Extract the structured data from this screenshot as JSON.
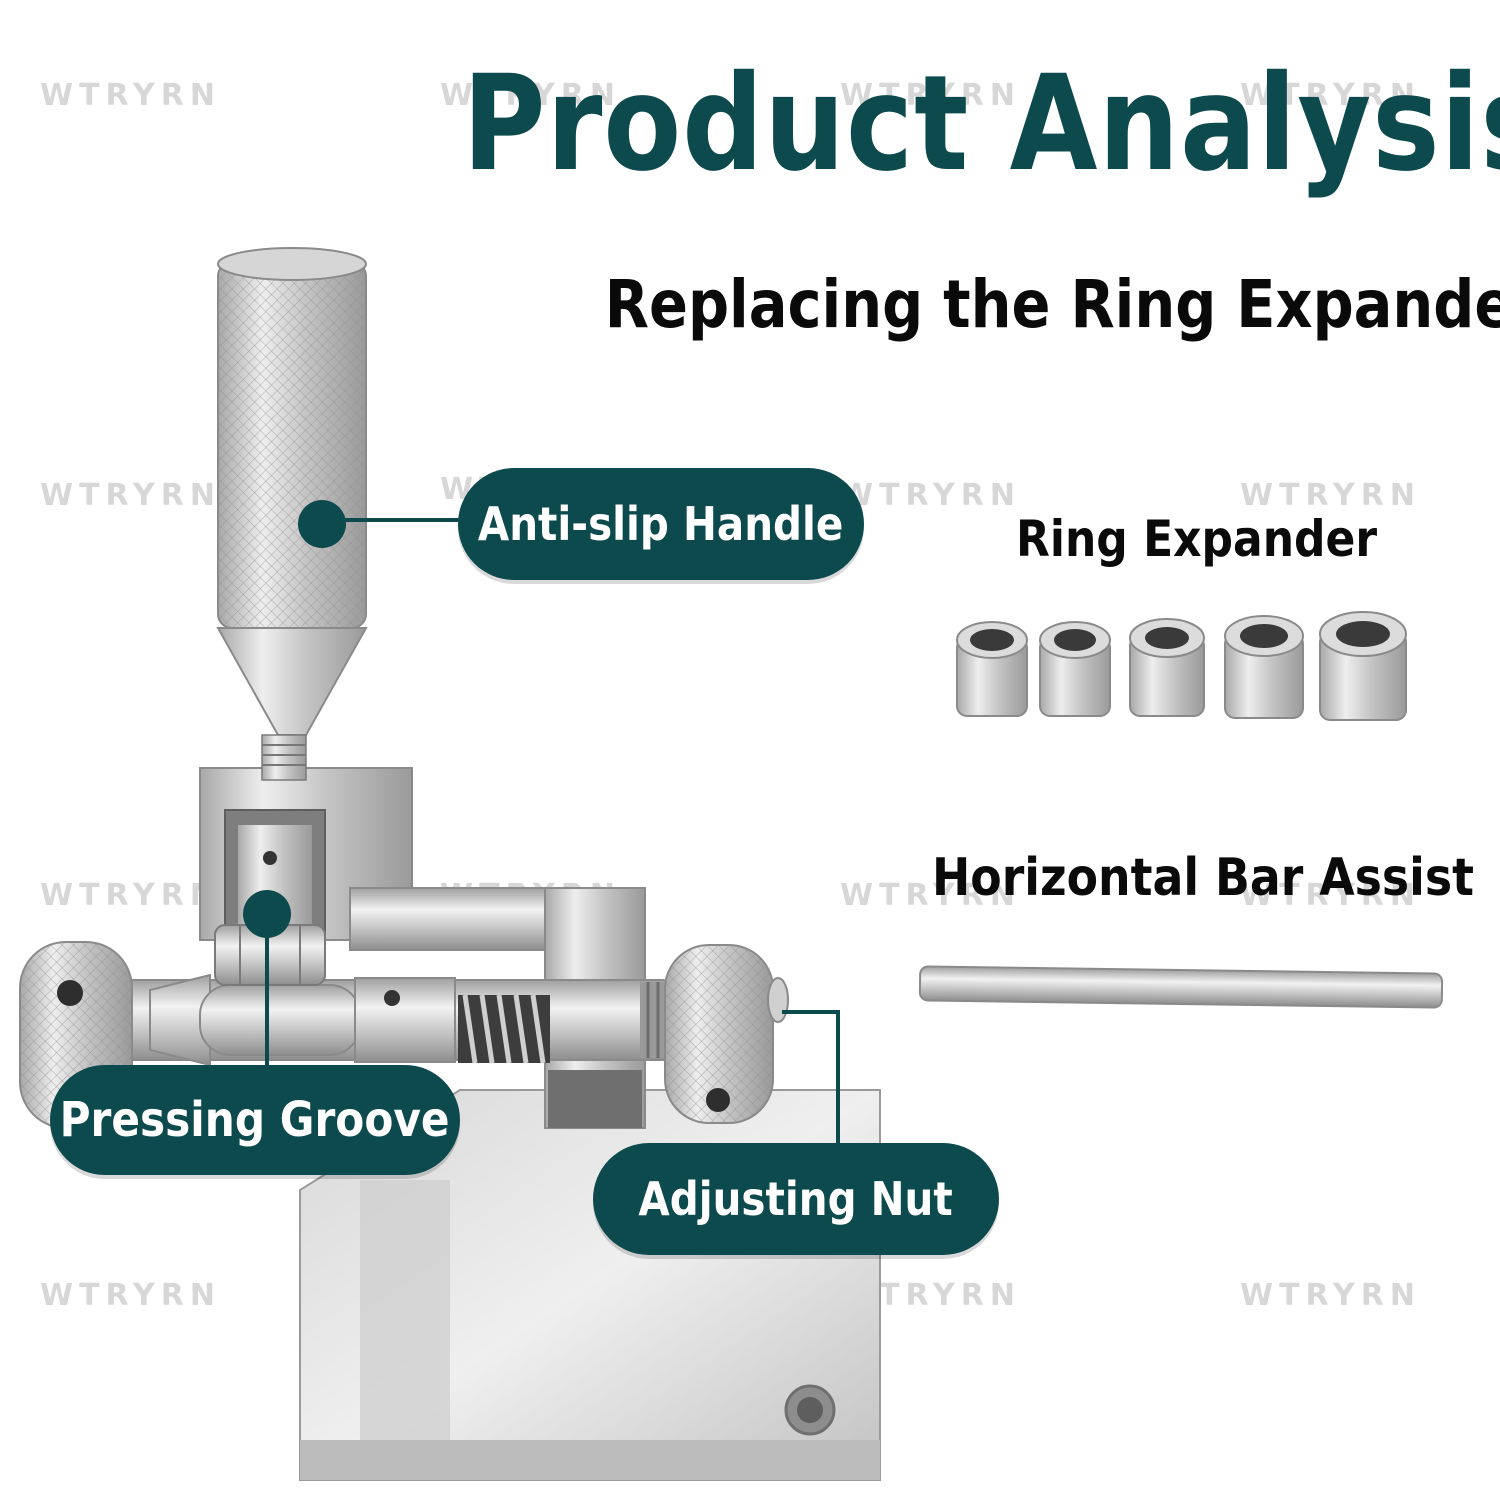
{
  "brand": {
    "watermark": "WTRYRN"
  },
  "heading": {
    "title": "Product Analysis",
    "subtitle": "Replacing the Ring Expander"
  },
  "callouts": {
    "handle": "Anti-slip Handle",
    "groove": "Pressing Groove",
    "nut": "Adjusting Nut"
  },
  "accessories": {
    "ring_expander": "Ring Expander",
    "bar": "Horizontal Bar Assist"
  },
  "colors": {
    "accent": "#0d4a4d",
    "title_text": "#0d4a4d",
    "body_text": "#0a0a0a",
    "metal": "#c9c9c9"
  }
}
